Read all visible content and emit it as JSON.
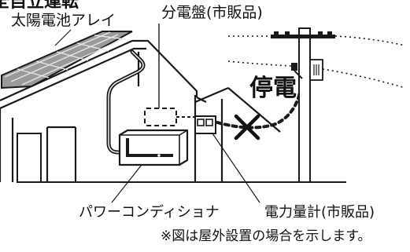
{
  "labels": {
    "heading_partial": "全自立運転",
    "solar_array": "太陽電池アレイ",
    "distribution_panel": "分電盤(市販品)",
    "power_outage": "停電",
    "power_conditioner": "パワーコンディショナ",
    "power_meter": "電力量計(市販品)",
    "note": "※図は屋外設置の場合を示します。"
  },
  "colors": {
    "line": "#1a1a1a",
    "panel_fill": "#9a9a9a",
    "panel_grid": "#e6e6e6",
    "background": "#ffffff",
    "outage_cross": "#111111"
  },
  "icons": {
    "outage_mark": "cross-icon",
    "utility_pole": "utility-pole-icon"
  }
}
